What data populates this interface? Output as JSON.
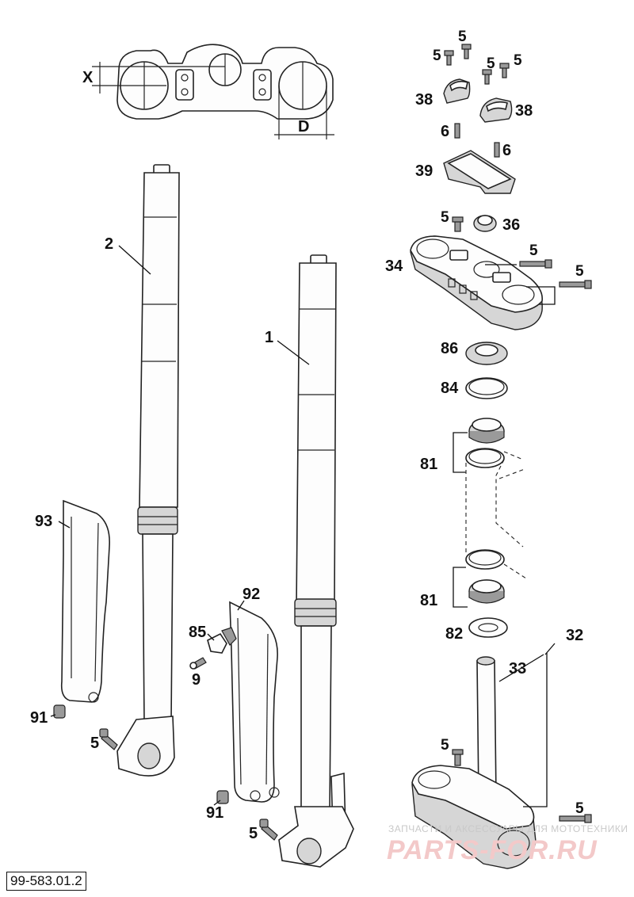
{
  "diagram": {
    "reference": "99-583.01.2",
    "dimension_labels": {
      "x": "X",
      "d": "D"
    },
    "watermark": {
      "line1": "ЗАПЧАСТИ И АКСЕССУАРЫ ДЛЯ МОТОТЕХНИКИ",
      "line2": "PARTS-FOR.RU"
    },
    "callouts": {
      "p5a": "5",
      "p5b": "5",
      "p5c": "5",
      "p5d": "5",
      "p38a": "38",
      "p38b": "38",
      "p6a": "6",
      "p6b": "6",
      "p39": "39",
      "p5e": "5",
      "p36": "36",
      "p34": "34",
      "p5f": "5",
      "p5g": "5",
      "p86": "86",
      "p84": "84",
      "p81a": "81",
      "p81b": "81",
      "p82": "82",
      "p32": "32",
      "p33": "33",
      "p5h": "5",
      "p5i": "5",
      "p2": "2",
      "p1": "1",
      "p93": "93",
      "p92": "92",
      "p85": "85",
      "p9": "9",
      "p91a": "91",
      "p91b": "91",
      "p5j": "5",
      "p5k": "5"
    }
  }
}
